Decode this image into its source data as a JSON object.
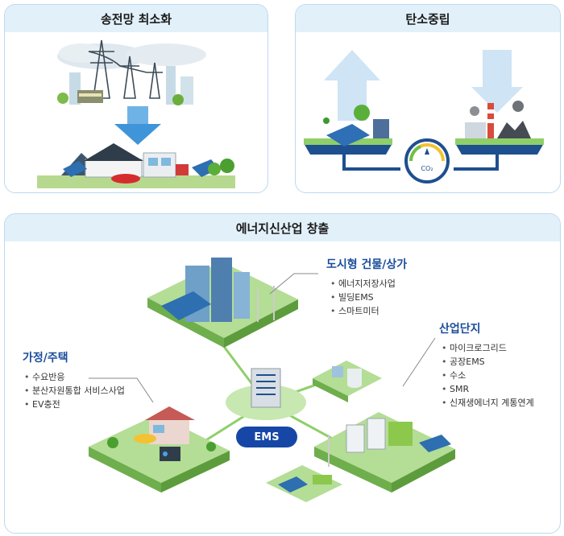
{
  "panels": {
    "grid": {
      "title": "송전망 최소화"
    },
    "carbon": {
      "title": "탄소중립",
      "co2": "CO₂"
    },
    "industry": {
      "title": "에너지신산업 창출"
    }
  },
  "sections": {
    "city": {
      "title": "도시형 건물/상가",
      "items": [
        "에너지저장사업",
        "빌딩EMS",
        "스마트미터"
      ]
    },
    "home": {
      "title": "가정/주택",
      "items": [
        "수요반응",
        "분산자원통합 서비스사업",
        "EV충전"
      ]
    },
    "complex": {
      "title": "산업단지",
      "items": [
        "마이크로그리드",
        "공장EMS",
        "수소",
        "SMR",
        "신재생에너지 계통연계"
      ]
    }
  },
  "hub": {
    "label": "EMS"
  },
  "colors": {
    "header": "#e2f0fa",
    "border": "#bcd9ef",
    "accent": "#1a4d9c",
    "ems": "#1747a6",
    "ground": "#a8d98c"
  }
}
